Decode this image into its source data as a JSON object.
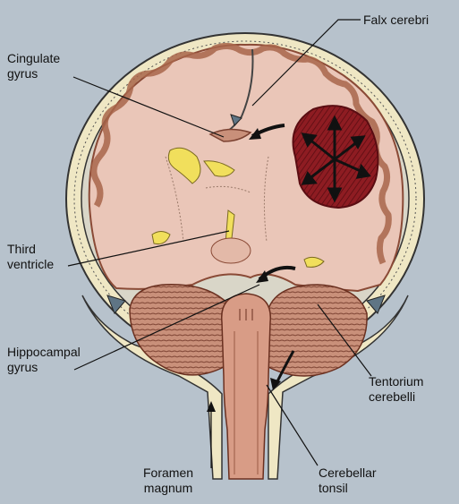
{
  "labels": {
    "falx_cerebri": "Falx cerebri",
    "cingulate_gyrus": [
      "Cingulate",
      "gyrus"
    ],
    "third_ventricle": [
      "Third",
      "ventricle"
    ],
    "hippocampal_gyrus": [
      "Hippocampal",
      "gyrus"
    ],
    "tentorium_cerebelli": [
      "Tentorium",
      "cerebelli"
    ],
    "foramen_magnum": [
      "Foramen",
      "magnum"
    ],
    "cerebellar_tonsil": [
      "Cerebellar",
      "tonsil"
    ]
  },
  "colors": {
    "background": "#b7c2cc",
    "skull": "#efe7c4",
    "brain": "#eac6b8",
    "gyri_outline": "#a8654a",
    "ventricle": "#f1df5c",
    "mass": "#8e1c22",
    "cerebellum": "#c9907a",
    "brainstem": "#d89c86",
    "lines": "#111111"
  }
}
